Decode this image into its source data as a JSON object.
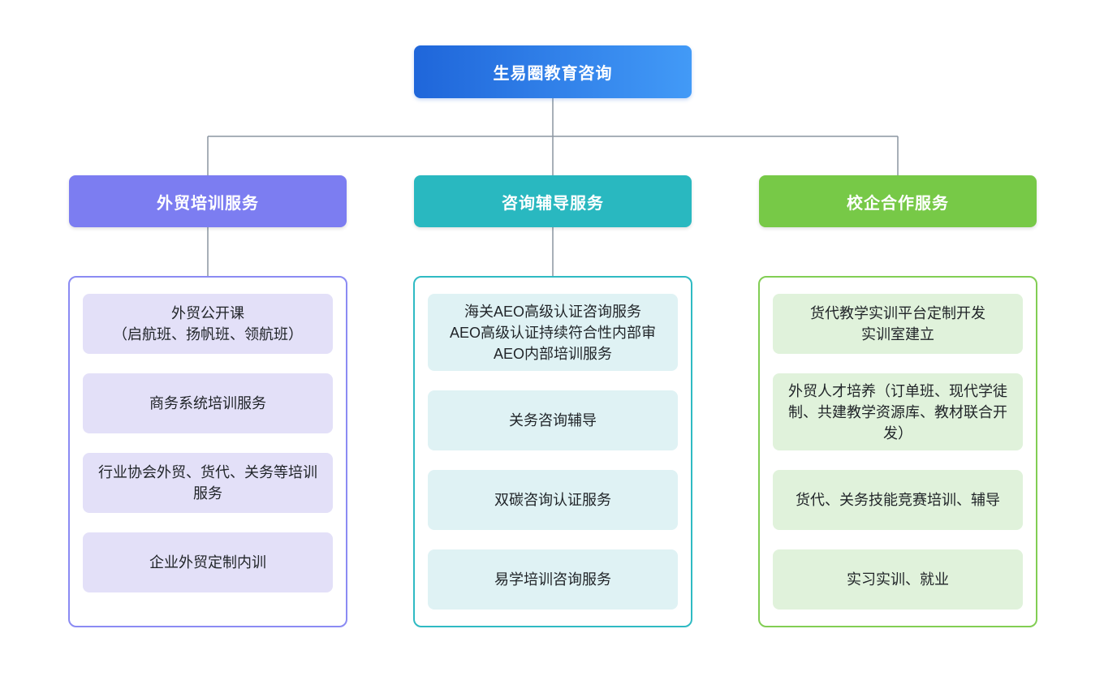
{
  "root": {
    "label": "生易圈教育咨询",
    "gradient_start": "#1F66DA",
    "gradient_end": "#429AF7"
  },
  "connector_color": "#8B96A1",
  "branches": [
    {
      "label": "外贸培训服务",
      "header_color": "#7C7DF1",
      "border_color": "#8B8BF3",
      "item_bg": "#E3E0F8",
      "items": [
        {
          "text": "外贸公开课\n（启航班、扬帆班、领航班）"
        },
        {
          "text": "商务系统培训服务"
        },
        {
          "text": "行业协会外贸、货代、关务等培训服务"
        },
        {
          "text": "企业外贸定制内训"
        }
      ]
    },
    {
      "label": "咨询辅导服务",
      "header_color": "#29B8C0",
      "border_color": "#2FBAC3",
      "item_bg": "#DFF2F4",
      "items": [
        {
          "text": "海关AEO高级认证咨询服务\nAEO高级认证持续符合性内部审\nAEO内部培训服务"
        },
        {
          "text": "关务咨询辅导"
        },
        {
          "text": "双碳咨询认证服务"
        },
        {
          "text": "易学培训咨询服务"
        }
      ]
    },
    {
      "label": "校企合作服务",
      "header_color": "#77C947",
      "border_color": "#82CE54",
      "item_bg": "#E0F2DB",
      "items": [
        {
          "text": "货代教学实训平台定制开发\n实训室建立"
        },
        {
          "text": "外贸人才培养（订单班、现代学徒制、共建教学资源库、教材联合开发）"
        },
        {
          "text": "货代、关务技能竞赛培训、辅导"
        },
        {
          "text": "实习实训、就业"
        }
      ]
    }
  ]
}
